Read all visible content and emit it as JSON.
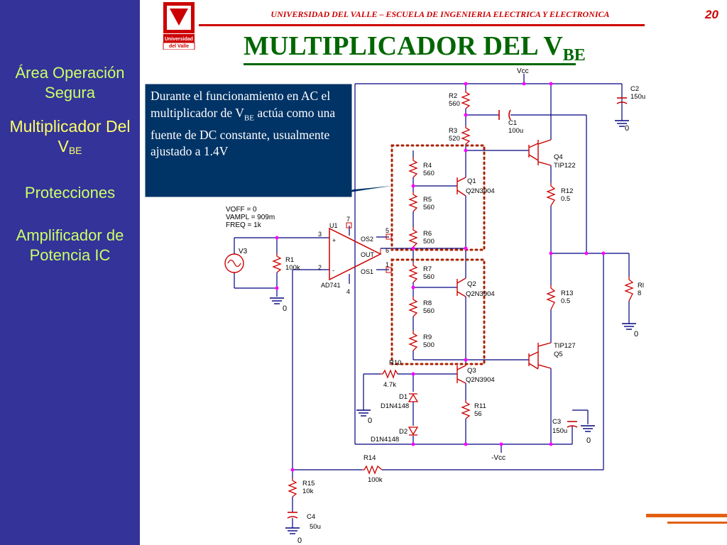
{
  "header": {
    "text": "UNIVERSIDAD DEL VALLE – ESCUELA DE INGENIERIA ELECTRICA Y ELECTRONICA",
    "page": "20"
  },
  "logo": {
    "line1": "Universidad",
    "line2": "del Valle"
  },
  "title": {
    "main": "MULTIPLICADOR DEL V",
    "sub": "BE"
  },
  "sidebar": {
    "items": [
      {
        "label": "Área Operación Segura"
      },
      {
        "label": "Multiplicador Del V",
        "sub": "BE"
      },
      {
        "label": "Protecciones"
      },
      {
        "label": "Amplificador de Potencia IC"
      }
    ]
  },
  "callout": {
    "pre": "Durante el funcionamiento en AC el multiplicador de V",
    "sub": "BE",
    "post": " actúa como una fuente de DC constante, usualmente ajustado a 1.4V"
  },
  "circuit": {
    "vcc": "Vcc",
    "neg_vcc": "-Vcc",
    "source": {
      "name": "V3",
      "params": [
        "VOFF = 0",
        "VAMPL = 909m",
        "FREQ = 1k"
      ]
    },
    "opamp": {
      "name": "U1",
      "model": "AD741",
      "pins": {
        "p3": "3",
        "p2": "2",
        "p7": "7",
        "p4": "4",
        "p5": "5",
        "p6": "6",
        "p1": "1"
      },
      "labels": {
        "os2": "OS2",
        "out": "OUT",
        "os1": "OS1",
        "plus": "+",
        "minus": "-"
      }
    },
    "ground": "0",
    "components": {
      "R1": [
        "R1",
        "100k"
      ],
      "R2": [
        "R2",
        "560"
      ],
      "R3": [
        "R3",
        "520"
      ],
      "R4": [
        "R4",
        "560"
      ],
      "R5": [
        "R5",
        "560"
      ],
      "R6": [
        "R6",
        "500"
      ],
      "R7": [
        "R7",
        "560"
      ],
      "R8": [
        "R8",
        "560"
      ],
      "R9": [
        "R9",
        "500"
      ],
      "R10": [
        "R10",
        "4.7k"
      ],
      "R11": [
        "R11",
        "56"
      ],
      "R12": [
        "R12",
        "0.5"
      ],
      "R13": [
        "R13",
        "0.5"
      ],
      "R14": [
        "R14",
        "100k"
      ],
      "R15": [
        "R15",
        "10k"
      ],
      "RL": [
        "Rl",
        "8"
      ],
      "C1": [
        "C1",
        "100u"
      ],
      "C2": [
        "C2",
        "150u"
      ],
      "C3": [
        "C3",
        "150u"
      ],
      "C4": [
        "C4",
        "50u"
      ],
      "Q1": [
        "Q1",
        "Q2N3904"
      ],
      "Q2": [
        "Q2",
        "Q2N3904"
      ],
      "Q3": [
        "Q3",
        "Q2N3904"
      ],
      "Q4": [
        "Q4",
        "TIP122"
      ],
      "Q5": [
        "TIP127",
        "Q5"
      ],
      "D1": [
        "D1",
        "D1N4148"
      ],
      "D2": [
        "D2",
        "D1N4148"
      ]
    }
  },
  "colors": {
    "sidebar_bg": "#33339a",
    "sidebar_text": "#ccff66",
    "sidebar_active": "#ffff66",
    "title": "#006600",
    "header": "#cc0000",
    "callout_bg": "#003366",
    "wire": "#000080",
    "component": "#cc0000",
    "node": "#ff00ff",
    "dotted_box": "#aa2200"
  }
}
